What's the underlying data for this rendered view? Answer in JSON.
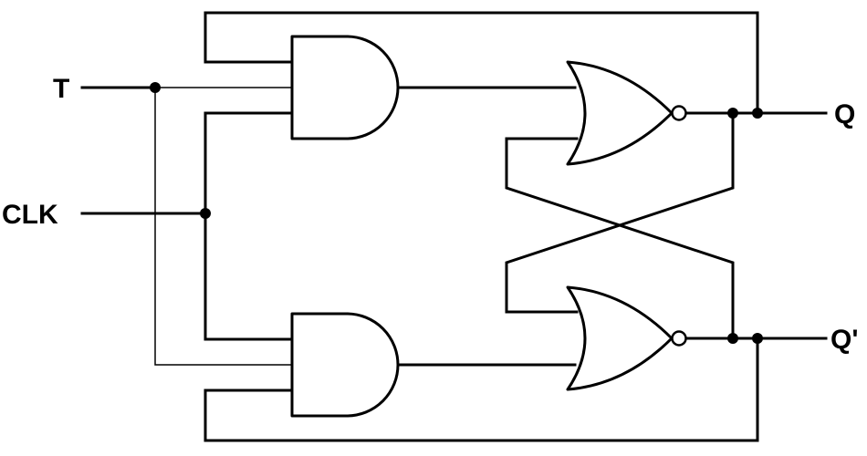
{
  "diagram": {
    "labels": {
      "t_input": "T",
      "clk_input": "CLK",
      "q_output": "Q",
      "q_bar_output": "Q'"
    },
    "colors": {
      "line": "#000000",
      "background": "#ffffff"
    },
    "components": {
      "upper_and_gate": "AND",
      "lower_and_gate": "AND",
      "upper_nor_gate": "NOR",
      "lower_nor_gate": "NOR"
    }
  }
}
